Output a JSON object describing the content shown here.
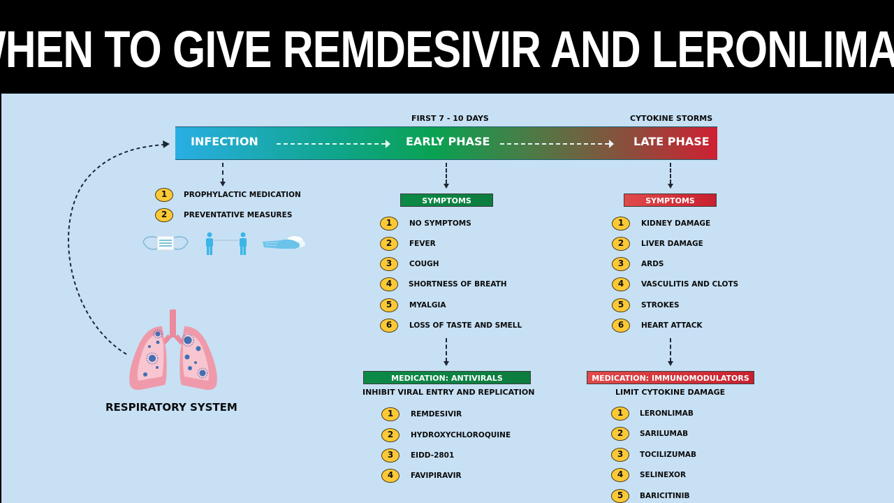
{
  "title": "WHEN TO GIVE REMDESIVIR AND LERONLIMAB",
  "timeline": {
    "captions": {
      "early": "FIRST 7 - 10 DAYS",
      "late": "CYTOKINE STORMS"
    },
    "phases": [
      {
        "label": "INFECTION"
      },
      {
        "label": "EARLY PHASE"
      },
      {
        "label": "LATE PHASE"
      }
    ],
    "gradient_colors": [
      "#29aee3",
      "#0aa151",
      "#cf2032"
    ]
  },
  "infection": {
    "items": [
      {
        "num": "1",
        "label": "PROPHYLACTIC MEDICATION"
      },
      {
        "num": "2",
        "label": "PREVENTATIVE MEASURES"
      }
    ],
    "icons": [
      "face-mask-icon",
      "social-distancing-icon",
      "hand-washing-icon"
    ]
  },
  "early": {
    "symptoms_header": "SYMPTOMS",
    "symptoms": [
      {
        "num": "1",
        "label": "NO SYMPTOMS"
      },
      {
        "num": "2",
        "label": "FEVER"
      },
      {
        "num": "3",
        "label": "COUGH"
      },
      {
        "num": "4",
        "label": "SHORTNESS OF BREATH"
      },
      {
        "num": "5",
        "label": "MYALGIA"
      },
      {
        "num": "6",
        "label": "LOSS OF TASTE AND SMELL"
      }
    ],
    "medication_header": "MEDICATION: ANTIVIRALS",
    "medication_subheading": "INHIBIT VIRAL ENTRY AND REPLICATION",
    "medications": [
      {
        "num": "1",
        "label": "REMDESIVIR"
      },
      {
        "num": "2",
        "label": "HYDROXYCHLOROQUINE"
      },
      {
        "num": "3",
        "label": "EIDD-2801"
      },
      {
        "num": "4",
        "label": "FAVIPIRAVIR"
      }
    ],
    "accent": "#0b8a46"
  },
  "late": {
    "symptoms_header": "SYMPTOMS",
    "symptoms": [
      {
        "num": "1",
        "label": "KIDNEY DAMAGE"
      },
      {
        "num": "2",
        "label": "LIVER DAMAGE"
      },
      {
        "num": "3",
        "label": "ARDS"
      },
      {
        "num": "4",
        "label": "VASCULITIS AND CLOTS"
      },
      {
        "num": "5",
        "label": "STROKES"
      },
      {
        "num": "6",
        "label": "HEART ATTACK"
      }
    ],
    "medication_header": "MEDICATION: IMMUNOMODULATORS",
    "medication_subheading": "LIMIT CYTOKINE DAMAGE",
    "medications": [
      {
        "num": "1",
        "label": "LERONLIMAB"
      },
      {
        "num": "2",
        "label": "SARILUMAB"
      },
      {
        "num": "3",
        "label": "TOCILIZUMAB"
      },
      {
        "num": "4",
        "label": "SELINEXOR"
      },
      {
        "num": "5",
        "label": "BARICITINIB"
      }
    ],
    "accent": "#c8202f"
  },
  "respiratory": {
    "label": "RESPIRATORY SYSTEM"
  }
}
